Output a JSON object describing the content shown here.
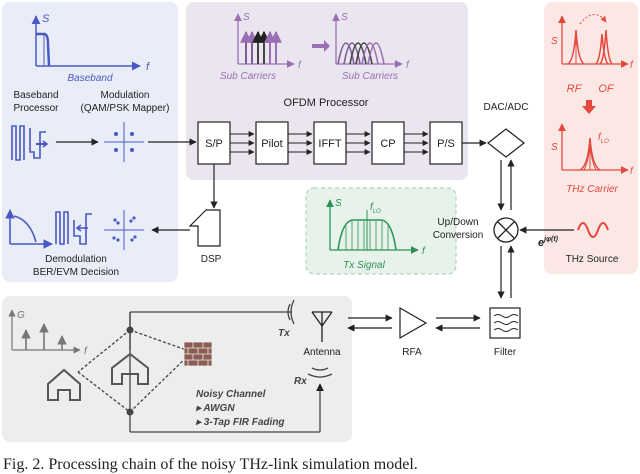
{
  "axis": {
    "s": "S",
    "f": "f",
    "g": "G"
  },
  "baseband_panel": {
    "spectrum_label": "Baseband",
    "processor_label_1": "Baseband",
    "processor_label_2": "Processor",
    "modulation_label_1": "Modulation",
    "modulation_label_2": "(QAM/PSK Mapper)",
    "demod_label_1": "Demodulation",
    "demod_label_2": "BER/EVM Decision"
  },
  "ofdm_panel": {
    "subcarriers_label_1": "Sub Carriers",
    "subcarriers_label_2": "Sub Carriers",
    "processor_label": "OFDM Processor",
    "blocks": [
      "S/P",
      "Pilot",
      "IFFT",
      "CP",
      "P/S"
    ]
  },
  "thz_panel": {
    "rf_label": "RF",
    "of_label": "OF",
    "flo_label": "f",
    "flo_sub": "LO",
    "carrier_label": "THz Carrier"
  },
  "signal_panel": {
    "flo_label": "f",
    "flo_sub": "LO",
    "tx_signal_label": "Tx Signal"
  },
  "midsection": {
    "dac_adc_label": "DAC/ADC",
    "updown_label_1": "Up/Down",
    "updown_label_2": "Conversion",
    "phase_base": "e",
    "phase_exp": "jφ(t)",
    "thz_source_label": "THz Source",
    "dsp_label": "DSP"
  },
  "channel_panel": {
    "tx_label": "Tx",
    "rx_label": "Rx",
    "antenna_label": "Antenna",
    "noisy_channel_label": "Noisy Channel",
    "awgn_item": "▸ AWGN",
    "fading_item": "▸ 3-Tap FIR Fading",
    "rfa_label": "RFA",
    "filter_label": "Filter"
  },
  "caption": "Fig. 2.   Processing chain of the noisy THz-link simulation model.",
  "colors": {
    "baseband_bg": "#E9EDF8",
    "baseband_accent": "#4B59C4",
    "ofdm_bg": "#EAE5EE",
    "ofdm_accent": "#9A70B5",
    "thz_bg": "#FBE8E5",
    "thz_accent": "#E5473D",
    "signal_bg": "#E7F3EA",
    "signal_accent": "#2D9256",
    "channel_bg": "#EDEDED",
    "ink": "#222222"
  }
}
